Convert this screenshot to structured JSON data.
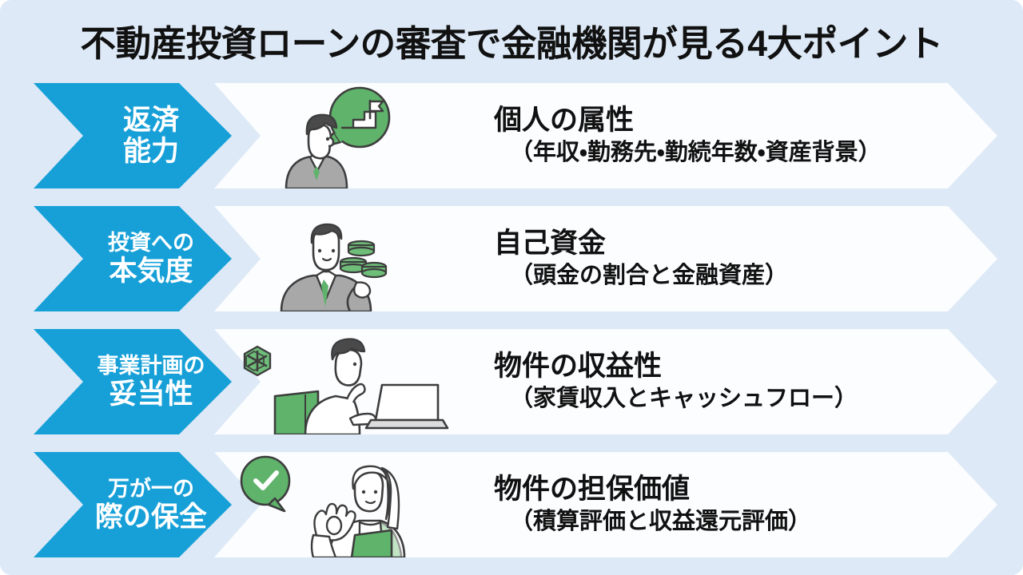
{
  "slide": {
    "title": "不動産投資ローンの審査で金融機関が見る4大ポイント",
    "background_color": "#dde9f6",
    "accent_blue": "#17a0d8",
    "accent_green": "#5bb86a",
    "band_white": "#fbfdff",
    "text_color": "#111111"
  },
  "rows": [
    {
      "label_line1": "返済",
      "label_line2": "能力",
      "label_style": "both-large",
      "heading": "個人の属性",
      "subtext": "（年収・勤務先・勤続年数・資産背景）",
      "illustration": "man-profile-with-stairs-flag-speech-bubble"
    },
    {
      "label_line1": "投資への",
      "label_line2": "本気度",
      "label_style": "small-then-large",
      "heading": "自己資金",
      "subtext": "（頭金の割合と金融資産）",
      "illustration": "businessman-holding-coin-stacks"
    },
    {
      "label_line1": "事業計画の",
      "label_line2": "妥当性",
      "label_style": "small-then-large",
      "heading": "物件の収益性",
      "subtext": "（家賃収入とキャッシュフロー）",
      "illustration": "man-thinking-at-laptop-with-hexagon-icon"
    },
    {
      "label_line1": "万が一の",
      "label_line2": "際の保全",
      "label_style": "small-then-large",
      "heading": "物件の担保価値",
      "subtext": "（積算評価と収益還元評価）",
      "illustration": "woman-ok-gesture-with-check-speech-bubble"
    }
  ]
}
